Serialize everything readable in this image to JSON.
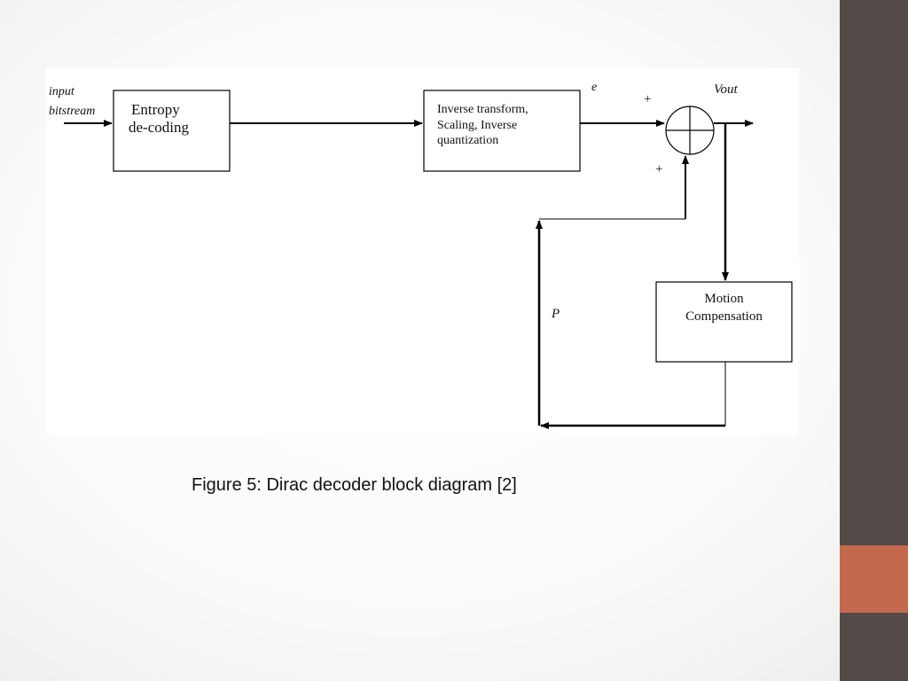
{
  "diagram": {
    "input_label_line1": "input",
    "input_label_line2": "bitstream",
    "entropy_block_line1": "Entropy",
    "entropy_block_line2": "de-coding",
    "inverse_block_line1": "Inverse transform,",
    "inverse_block_line2": "Scaling, Inverse",
    "inverse_block_line3": "quantization",
    "e_label": "e",
    "plus_top": "+",
    "plus_bottom": "+",
    "vout_label": "Vout",
    "p_label": "P",
    "motion_block_line1": "Motion",
    "motion_block_line2": "Compensation"
  },
  "caption": "Figure 5: Dirac decoder block diagram [2]",
  "colors": {
    "sidebar": "#544b49",
    "sidebar_accent": "#c4694d"
  }
}
